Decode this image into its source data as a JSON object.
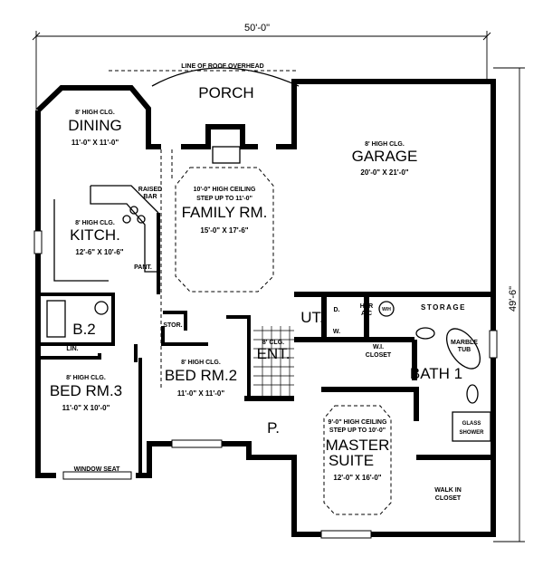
{
  "dimensions": {
    "width": "50'-0\"",
    "depth": "49'-6\""
  },
  "roof_note": "LINE OF ROOF OVERHEAD",
  "rooms": {
    "porch": {
      "name": "PORCH"
    },
    "dining": {
      "ceiling": "8' HIGH CLG.",
      "name": "DINING",
      "size": "11'-0\" X 11'-0\""
    },
    "family": {
      "ceiling1": "10'-0\" HIGH CEILING",
      "ceiling2": "STEP UP TO 11'-0\"",
      "name": "FAMILY RM.",
      "size": "15'-0\" X 17'-6\""
    },
    "garage": {
      "ceiling": "8' HIGH CLG.",
      "name": "GARAGE",
      "size": "20'-0\" X 21'-0\""
    },
    "kitchen": {
      "ceiling": "8' HIGH CLG.",
      "name": "KITCH.",
      "size": "12'-6\" X 10'-6\""
    },
    "raised_bar": {
      "line1": "RAISED",
      "line2": "BAR"
    },
    "pantry": {
      "name": "PANT."
    },
    "bath2": {
      "name": "B.2"
    },
    "linen": {
      "name": "LIN."
    },
    "storage_closet": {
      "name": "STOR."
    },
    "bed3": {
      "ceiling": "8' HIGH CLG.",
      "name": "BED RM.3",
      "size": "11'-0\" X 10'-0\""
    },
    "bed2": {
      "ceiling": "8' HIGH CLG.",
      "name": "BED RM.2",
      "size": "11'-0\" X 11'-0\""
    },
    "window_seat": {
      "name": "WINDOW SEAT"
    },
    "entry": {
      "ceiling": "8' CLG.",
      "name": "ENT."
    },
    "porch_small": {
      "name": "P."
    },
    "utility": {
      "name": "UT.",
      "dryer": "D.",
      "washer": "W."
    },
    "htr": {
      "line1": "HTR",
      "line2": "A/C"
    },
    "water_heater": {
      "name": "W/H"
    },
    "storage": {
      "name": "STORAGE"
    },
    "wi_closet": {
      "line1": "W.I.",
      "line2": "CLOSET"
    },
    "marble_tub": {
      "line1": "MARBLE",
      "line2": "TUB"
    },
    "bath1": {
      "name": "BATH 1"
    },
    "glass_shower": {
      "line1": "GLASS",
      "line2": "SHOWER"
    },
    "master": {
      "ceiling1": "9'-0\" HIGH CEILING",
      "ceiling2": "STEP UP TO 10'-0\"",
      "name1": "MASTER",
      "name2": "SUITE",
      "size": "12'-0\" X 16'-0\""
    },
    "walk_in_closet": {
      "line1": "WALK IN",
      "line2": "CLOSET"
    }
  }
}
